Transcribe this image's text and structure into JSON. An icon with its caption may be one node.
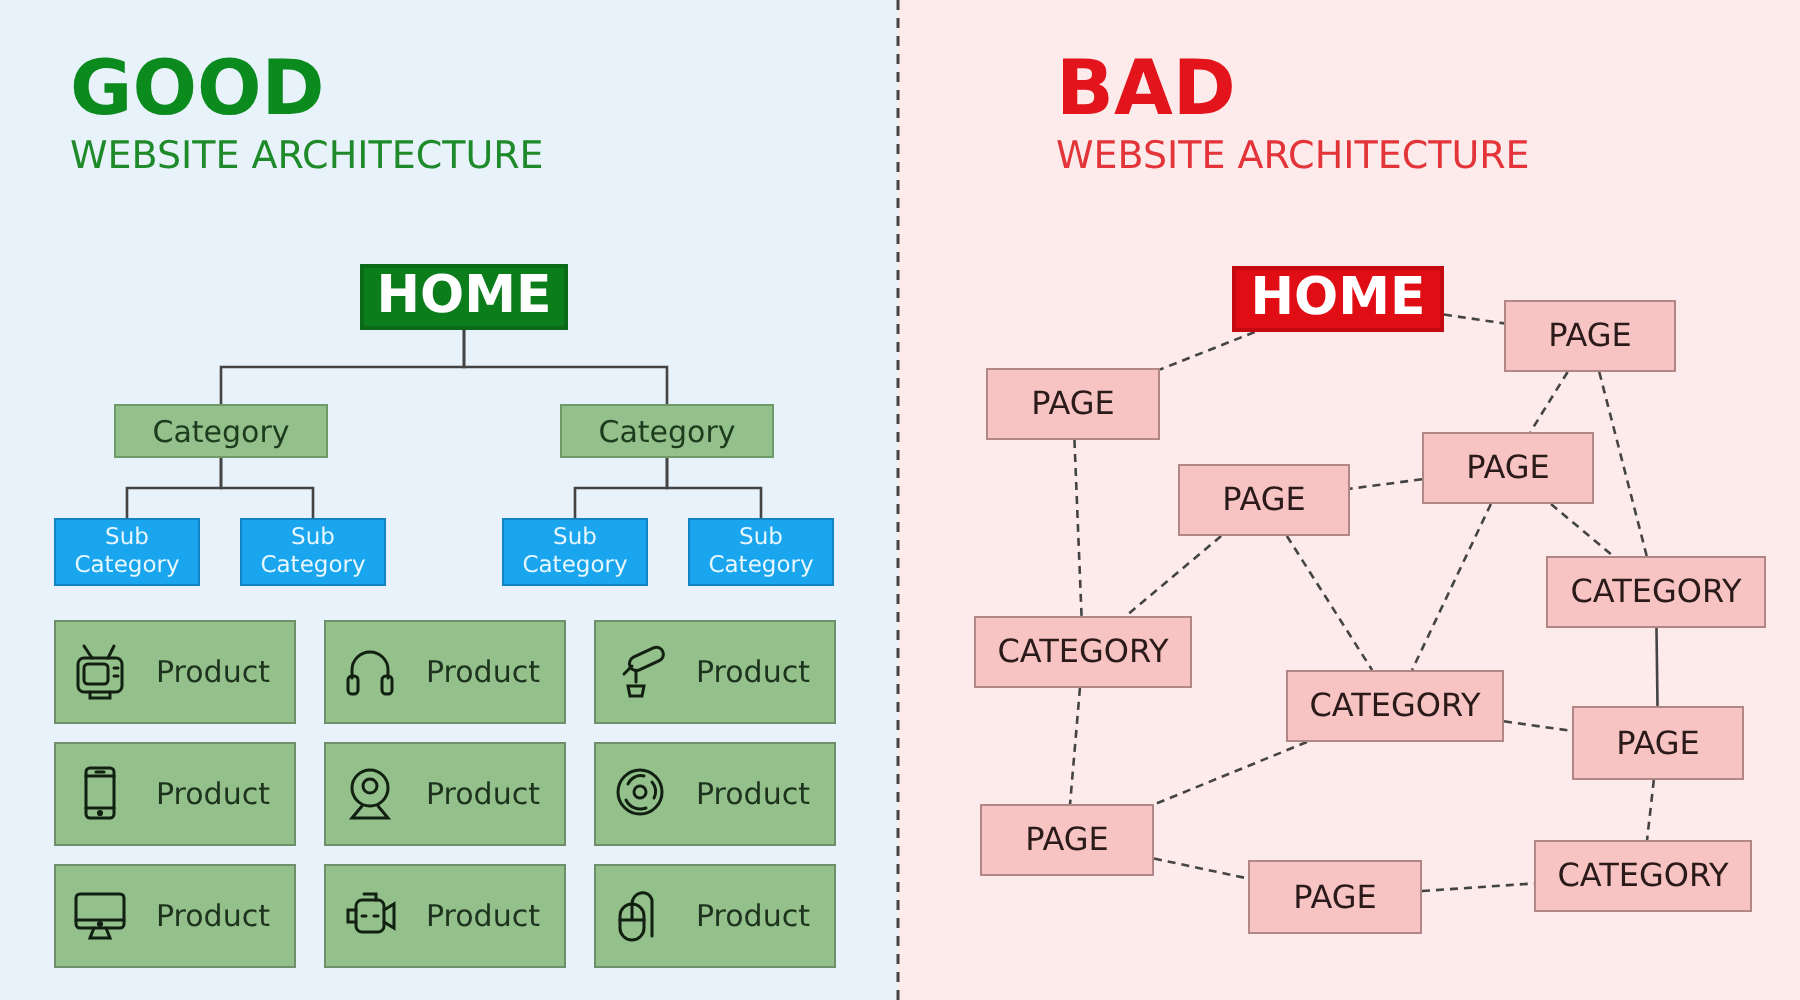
{
  "diagram": {
    "nodes": [
      {
        "text": [
          "HOME"
        ]
      },
      {
        "text": [
          "Category"
        ]
      },
      {
        "text": [
          "Category"
        ]
      },
      {
        "text": [
          "Sub Category"
        ]
      },
      {
        "text": [
          "Sub Category"
        ]
      },
      {
        "text": [
          "Sub Category"
        ]
      },
      {
        "text": [
          "Sub Category"
        ]
      },
      {
        "text": [
          "Product"
        ]
      },
      {
        "text": [
          "Product"
        ]
      },
      {
        "text": [
          "Product"
        ]
      },
      {
        "text": [
          "Product"
        ]
      },
      {
        "text": [
          "Product"
        ]
      },
      {
        "text": [
          "Product"
        ]
      },
      {
        "text": [
          "Product"
        ]
      },
      {
        "text": [
          "Product"
        ]
      },
      {
        "text": [
          "Product"
        ]
      },
      {
        "text": [
          "HOME"
        ]
      },
      {
        "text": [
          "PAGE"
        ]
      },
      {
        "text": [
          "PAGE"
        ]
      },
      {
        "text": [
          "PAGE"
        ]
      },
      {
        "text": [
          "PAGE"
        ]
      },
      {
        "text": [
          "CATEGORY"
        ]
      },
      {
        "text": [
          "CATEGORY"
        ]
      },
      {
        "text": [
          "CATEGORY"
        ]
      },
      {
        "text": [
          "PAGE"
        ]
      },
      {
        "text": [
          "PAGE"
        ]
      },
      {
        "text": [
          "PAGE"
        ]
      },
      {
        "text": [
          "CATEGORY"
        ]
      }
    ],
    "edges": [
      {
        "from": 0,
        "to": 1,
        "arrow": "none"
      },
      {
        "from": 0,
        "to": 2,
        "arrow": "none"
      },
      {
        "from": 1,
        "to": 3,
        "arrow": "none"
      },
      {
        "from": 1,
        "to": 4,
        "arrow": "none"
      },
      {
        "from": 2,
        "to": 5,
        "arrow": "none"
      },
      {
        "from": 2,
        "to": 6,
        "arrow": "none"
      },
      {
        "from": 16,
        "to": 18,
        "arrow": "none",
        "style": "dashed"
      },
      {
        "from": 16,
        "to": 17,
        "arrow": "none",
        "style": "dashed"
      },
      {
        "from": 17,
        "to": 20,
        "arrow": "none",
        "style": "dashed"
      },
      {
        "from": 17,
        "to": 21,
        "arrow": "none",
        "style": "dashed"
      },
      {
        "from": 20,
        "to": 19,
        "arrow": "none",
        "style": "dashed"
      },
      {
        "from": 20,
        "to": 21,
        "arrow": "none",
        "style": "dashed"
      },
      {
        "from": 20,
        "to": 23,
        "arrow": "none",
        "style": "dashed"
      },
      {
        "from": 19,
        "to": 22,
        "arrow": "none",
        "style": "dashed"
      },
      {
        "from": 19,
        "to": 23,
        "arrow": "none",
        "style": "dashed"
      },
      {
        "from": 18,
        "to": 22,
        "arrow": "none",
        "style": "dashed"
      },
      {
        "from": 22,
        "to": 25,
        "arrow": "none",
        "style": "dashed"
      },
      {
        "from": 21,
        "to": 24,
        "arrow": "none"
      },
      {
        "from": 23,
        "to": 24,
        "arrow": "none",
        "style": "dashed"
      },
      {
        "from": 23,
        "to": 25,
        "arrow": "none",
        "style": "dashed"
      },
      {
        "from": 25,
        "to": 26,
        "arrow": "none",
        "style": "dashed"
      },
      {
        "from": 26,
        "to": 27,
        "arrow": "none",
        "style": "dashed"
      },
      {
        "from": 24,
        "to": 27,
        "arrow": "none",
        "style": "dashed"
      }
    ],
    "labels": [
      "GOOD",
      "WEBSITE ARCHITECTURE",
      "BAD",
      "WEBSITE ARCHITECTURE"
    ]
  }
}
